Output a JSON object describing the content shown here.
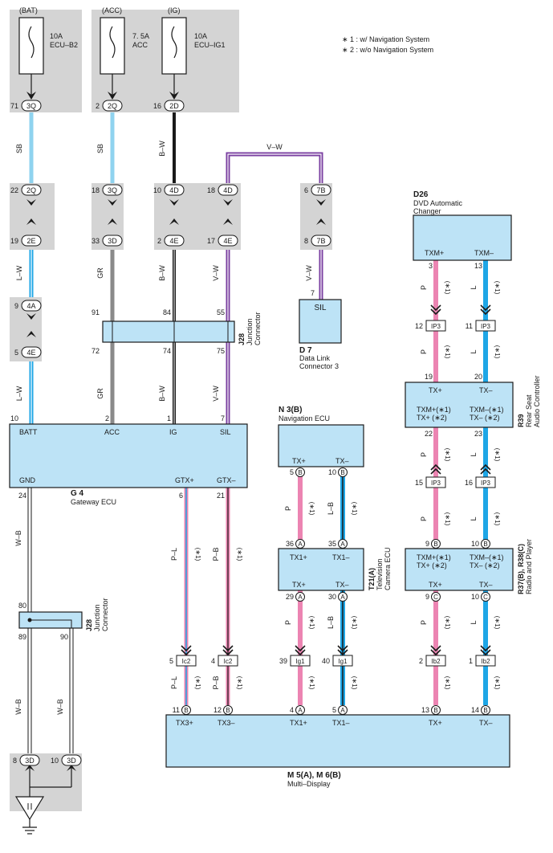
{
  "notes": [
    "∗ 1 : w/ Navigation System",
    "∗ 2 : w/o Navigation System"
  ],
  "power": [
    {
      "source": "(BAT)",
      "fuse": [
        "10A",
        "ECU–B2"
      ]
    },
    {
      "source": "(ACC)",
      "fuse": [
        "7. 5A",
        "ACC"
      ]
    },
    {
      "source": "(IG)",
      "fuse": [
        "10A",
        "ECU–IG1"
      ]
    }
  ],
  "connectors": {
    "c3q": "3Q",
    "c2q": "2Q",
    "c2d": "2D",
    "c2q_b": "2Q",
    "c3q_b": "3Q",
    "c4d": "4D",
    "c4d_b": "4D",
    "c7b": "7B",
    "c2e": "2E",
    "c3d": "3D",
    "c4e": "4E",
    "c4e_b": "4E",
    "c7b_b": "7B",
    "c4a": "4A",
    "c4e_c": "4E",
    "c3d_g1": "3D",
    "c3d_g2": "3D",
    "cB": "B",
    "cA": "A",
    "cC": "C"
  },
  "pins": {
    "p71": "71",
    "p2": "2",
    "p16": "16",
    "p22": "22",
    "p18": "18",
    "p10": "10",
    "p18b": "18",
    "p6": "6",
    "p19": "19",
    "p33": "33",
    "p2b": "2",
    "p17": "17",
    "p8": "8",
    "p9": "9",
    "p5": "5",
    "p91": "91",
    "p84": "84",
    "p55": "55",
    "p72": "72",
    "p74": "74",
    "p75": "75",
    "p7sil": "7",
    "g10": "10",
    "g2": "2",
    "g1": "1",
    "g7": "7",
    "g24": "24",
    "g6": "6",
    "g21": "21",
    "j80": "80",
    "j89": "89",
    "j90": "90",
    "gnd8": "8",
    "gnd10": "10",
    "n5": "5",
    "n10": "10",
    "t36": "36",
    "t35": "35",
    "t29": "29",
    "t30": "30",
    "t39": "39",
    "t40": "40",
    "d3": "3",
    "d13": "13",
    "i12": "12",
    "i11": "11",
    "r19": "19",
    "r20": "20",
    "r22": "22",
    "r23": "23",
    "i15": "15",
    "i16": "16",
    "k9": "9",
    "k10": "10",
    "k9c": "9",
    "k10c": "10",
    "ib2n": "2",
    "ib1n": "1",
    "ic5": "5",
    "ic4": "4",
    "m11": "11",
    "m12": "12",
    "m4": "4",
    "m5": "5",
    "m13": "13",
    "m14": "14"
  },
  "plugs": {
    "ip3a": "IP3",
    "ip3b": "IP3",
    "ip3c": "IP3",
    "ip3d": "IP3",
    "ic2a": "Ic2",
    "ic2b": "Ic2",
    "ig1a": "Ig1",
    "ig1b": "Ig1",
    "ib2a": "Ib2",
    "ib2b": "Ib2"
  },
  "wires": {
    "sb": "SB",
    "sb2": "SB",
    "bw1": "B–W",
    "vw_top": "V–W",
    "lw1": "L–W",
    "gr1": "GR",
    "bw2": "B–W",
    "vw2": "V–W",
    "vw3": "V–W",
    "lw2": "L–W",
    "gr2": "GR",
    "bw3": "B–W",
    "vw4": "V–W",
    "wb1": "W–B",
    "wb2": "W–B",
    "wb3": "W–B",
    "pl1": "P–L",
    "pb1": "P–B",
    "pl2": "P–L",
    "pb2": "P–B",
    "p_n": "P",
    "lb_n": "L–B",
    "p_t": "P",
    "lb_t": "L–B",
    "p_d1": "P",
    "l_d1": "L",
    "p_d2": "P",
    "l_d2": "L",
    "p_r": "P",
    "l_r": "L",
    "p_k": "P",
    "l_k": "L",
    "p_k2": "P",
    "l_k2": "L"
  },
  "mark": "(∗1)",
  "components": {
    "j28_a": {
      "code": "J28",
      "name": [
        "Junction",
        "Connector"
      ]
    },
    "j28_b": {
      "code": "J28",
      "name": [
        "Junction",
        "Connector"
      ]
    },
    "d7": {
      "code": "D 7",
      "name": [
        "Data Link",
        "Connector 3"
      ],
      "term": "SIL"
    },
    "g4": {
      "code": "G 4",
      "name": "Gateway ECU",
      "terms": [
        "BATT",
        "ACC",
        "IG",
        "SIL",
        "GND",
        "GTX+",
        "GTX–"
      ]
    },
    "n3": {
      "code": "N 3(B)",
      "name": "Navigation ECU",
      "terms": [
        "TX+",
        "TX–"
      ]
    },
    "t21": {
      "code": "T21(A)",
      "name": [
        "Television",
        "Camera ECU"
      ],
      "terms": [
        "TX1+",
        "TX1–",
        "TX+",
        "TX–"
      ]
    },
    "d26": {
      "code": "D26",
      "name": [
        "DVD Automatic",
        "Changer"
      ],
      "terms": [
        "TXM+",
        "TXM–"
      ]
    },
    "r39": {
      "code": "R39",
      "name": [
        "Rear Seat",
        "Audio Controller"
      ],
      "terms": [
        "TX+",
        "TX–",
        "TXM+(∗1)",
        "TX+ (∗2)",
        "TXM–(∗1)",
        "TX– (∗2)"
      ]
    },
    "r37": {
      "code": "R37(B), R38(C)",
      "name": "Radio and Player",
      "terms": [
        "TXM+(∗1)",
        "TX+ (∗2)",
        "TXM–(∗1)",
        "TX– (∗2)",
        "TX+",
        "TX–"
      ]
    },
    "m5": {
      "code": "M 5(A), M 6(B)",
      "name": "Multi–Display",
      "terms": [
        "TX3+",
        "TX3–",
        "TX1+",
        "TX1–",
        "TX+",
        "TX–"
      ]
    }
  },
  "colors": {
    "sb": "#8fd3ef",
    "l": "#1ea6e6",
    "p": "#ec84b2",
    "v": "#7a3fa0",
    "gr": "#8a8a8a",
    "b": "#1a1a1a",
    "box": "#bde3f6",
    "shade": "#d4d4d4"
  }
}
